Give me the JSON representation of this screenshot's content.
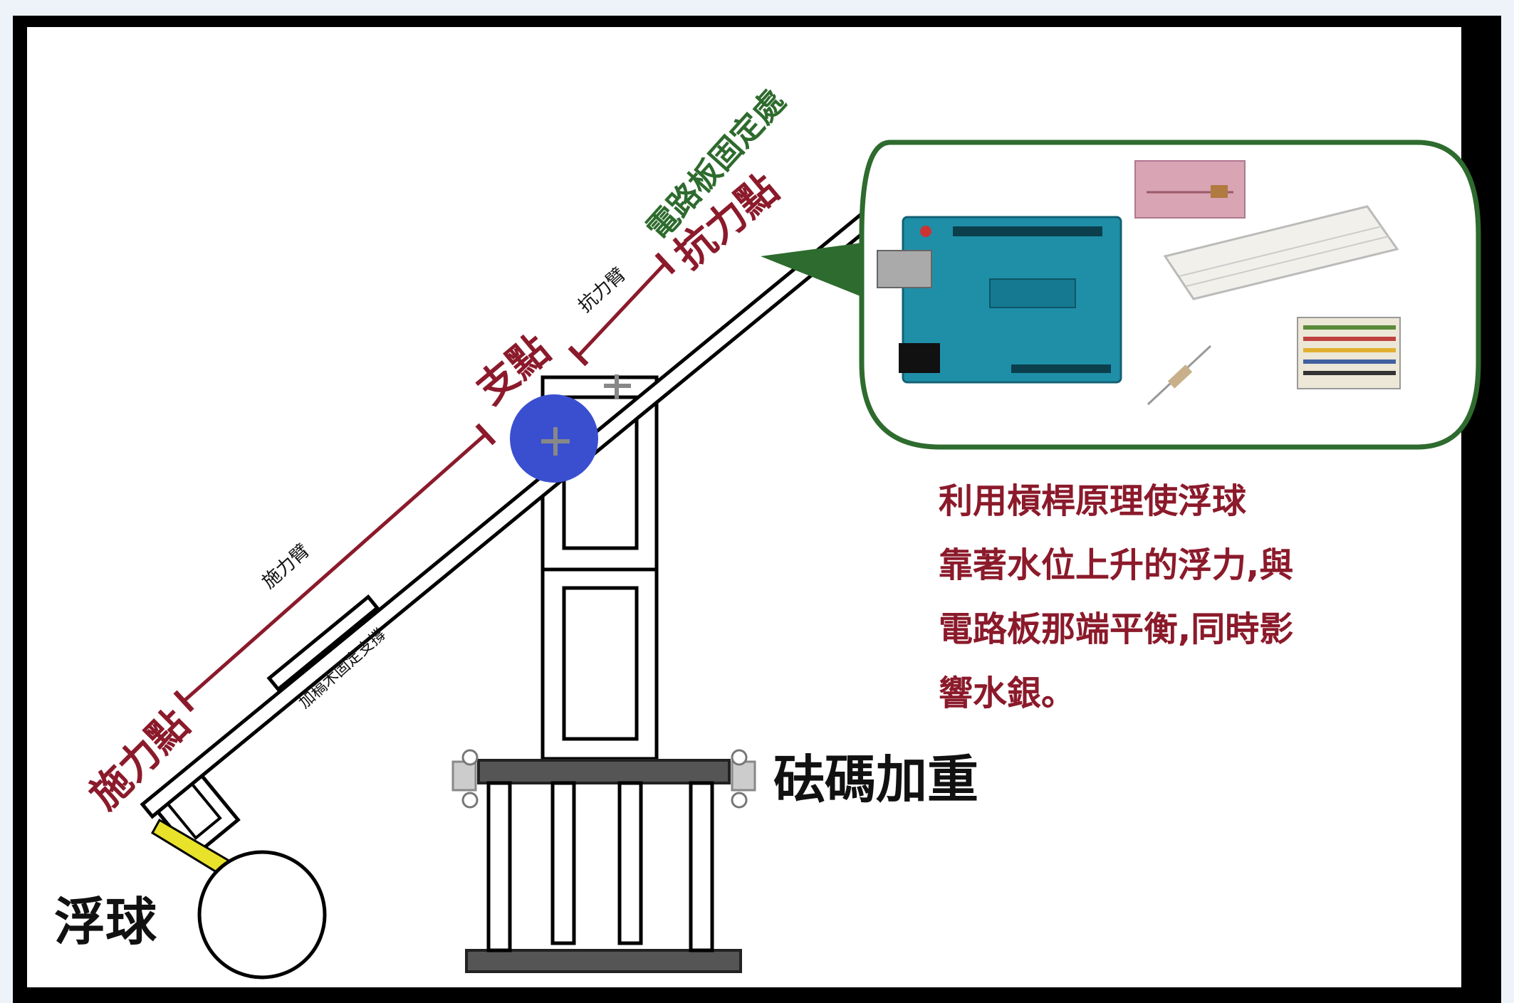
{
  "labels": {
    "effort_point": "施力點",
    "fulcrum": "支點",
    "resistance_point": "抗力點",
    "board_mount": "電路板固定處",
    "effort_arm": "施力臂",
    "resistance_arm": "抗力臂",
    "reinforcement": "加稿木固定支撐",
    "float_ball": "浮球",
    "weight": "砝碼加重"
  },
  "description": [
    "利用槓桿原理使浮球",
    "靠著水位上升的浮力,與",
    "電路板那端平衡,同時影",
    "響水銀。"
  ],
  "colors": {
    "frame": "#000000",
    "background": "#eef3fa",
    "label_red": "#8b1a2b",
    "label_green": "#2e6b2e",
    "fulcrum_blue": "#3a4fd0",
    "bubble_border": "#2e6b2e",
    "board_teal": "#1f8fa8",
    "float_tab_yellow": "#e8e22a"
  }
}
